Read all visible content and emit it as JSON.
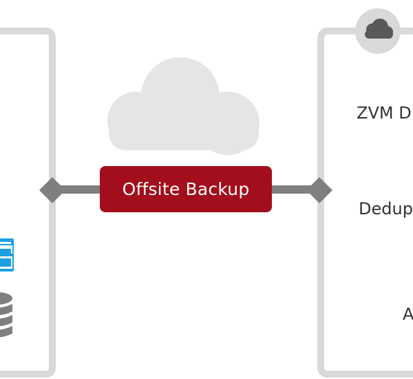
{
  "connector": {
    "label": "Offsite Backup"
  },
  "target_panel": {
    "features": [
      {
        "label": "ZVM D"
      },
      {
        "label": "Dedupl"
      },
      {
        "label": "A"
      }
    ]
  },
  "colors": {
    "panel_border": "#d9d9d9",
    "cloud_light": "#e5e5e5",
    "badge": "#a30e1c",
    "connector": "#7f7f7f",
    "windows_icon": "#1ba1e2",
    "database_icon": "#7f7f7f",
    "cloud_badge_icon": "#595959"
  },
  "icons": [
    "cloud-icon",
    "cloud-badge-icon",
    "windows-icon",
    "database-icon",
    "diamond-connector-icon"
  ]
}
